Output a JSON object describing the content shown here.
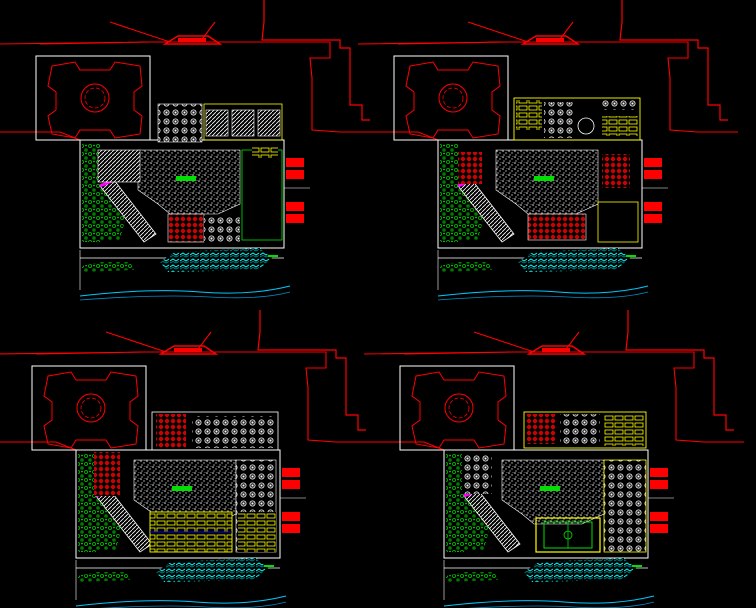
{
  "drawing": {
    "background_color": "#000000",
    "layer_colors": {
      "site_boundary": "#ff0000",
      "building_outline": "#ffffff",
      "walls": "#ffff00",
      "landscape": "#00c000",
      "water": "#00ffff",
      "accent": "#ff00ff",
      "paving": "#cccccc",
      "road_edge": "#ffffff"
    },
    "plans": [
      {
        "id": "plan-top-left",
        "variant": "classrooms-and-tables"
      },
      {
        "id": "plan-top-right",
        "variant": "furnished-pavilion"
      },
      {
        "id": "plan-bottom-left",
        "variant": "yellow-classroom-blocks"
      },
      {
        "id": "plan-bottom-right",
        "variant": "sports-court"
      }
    ]
  }
}
